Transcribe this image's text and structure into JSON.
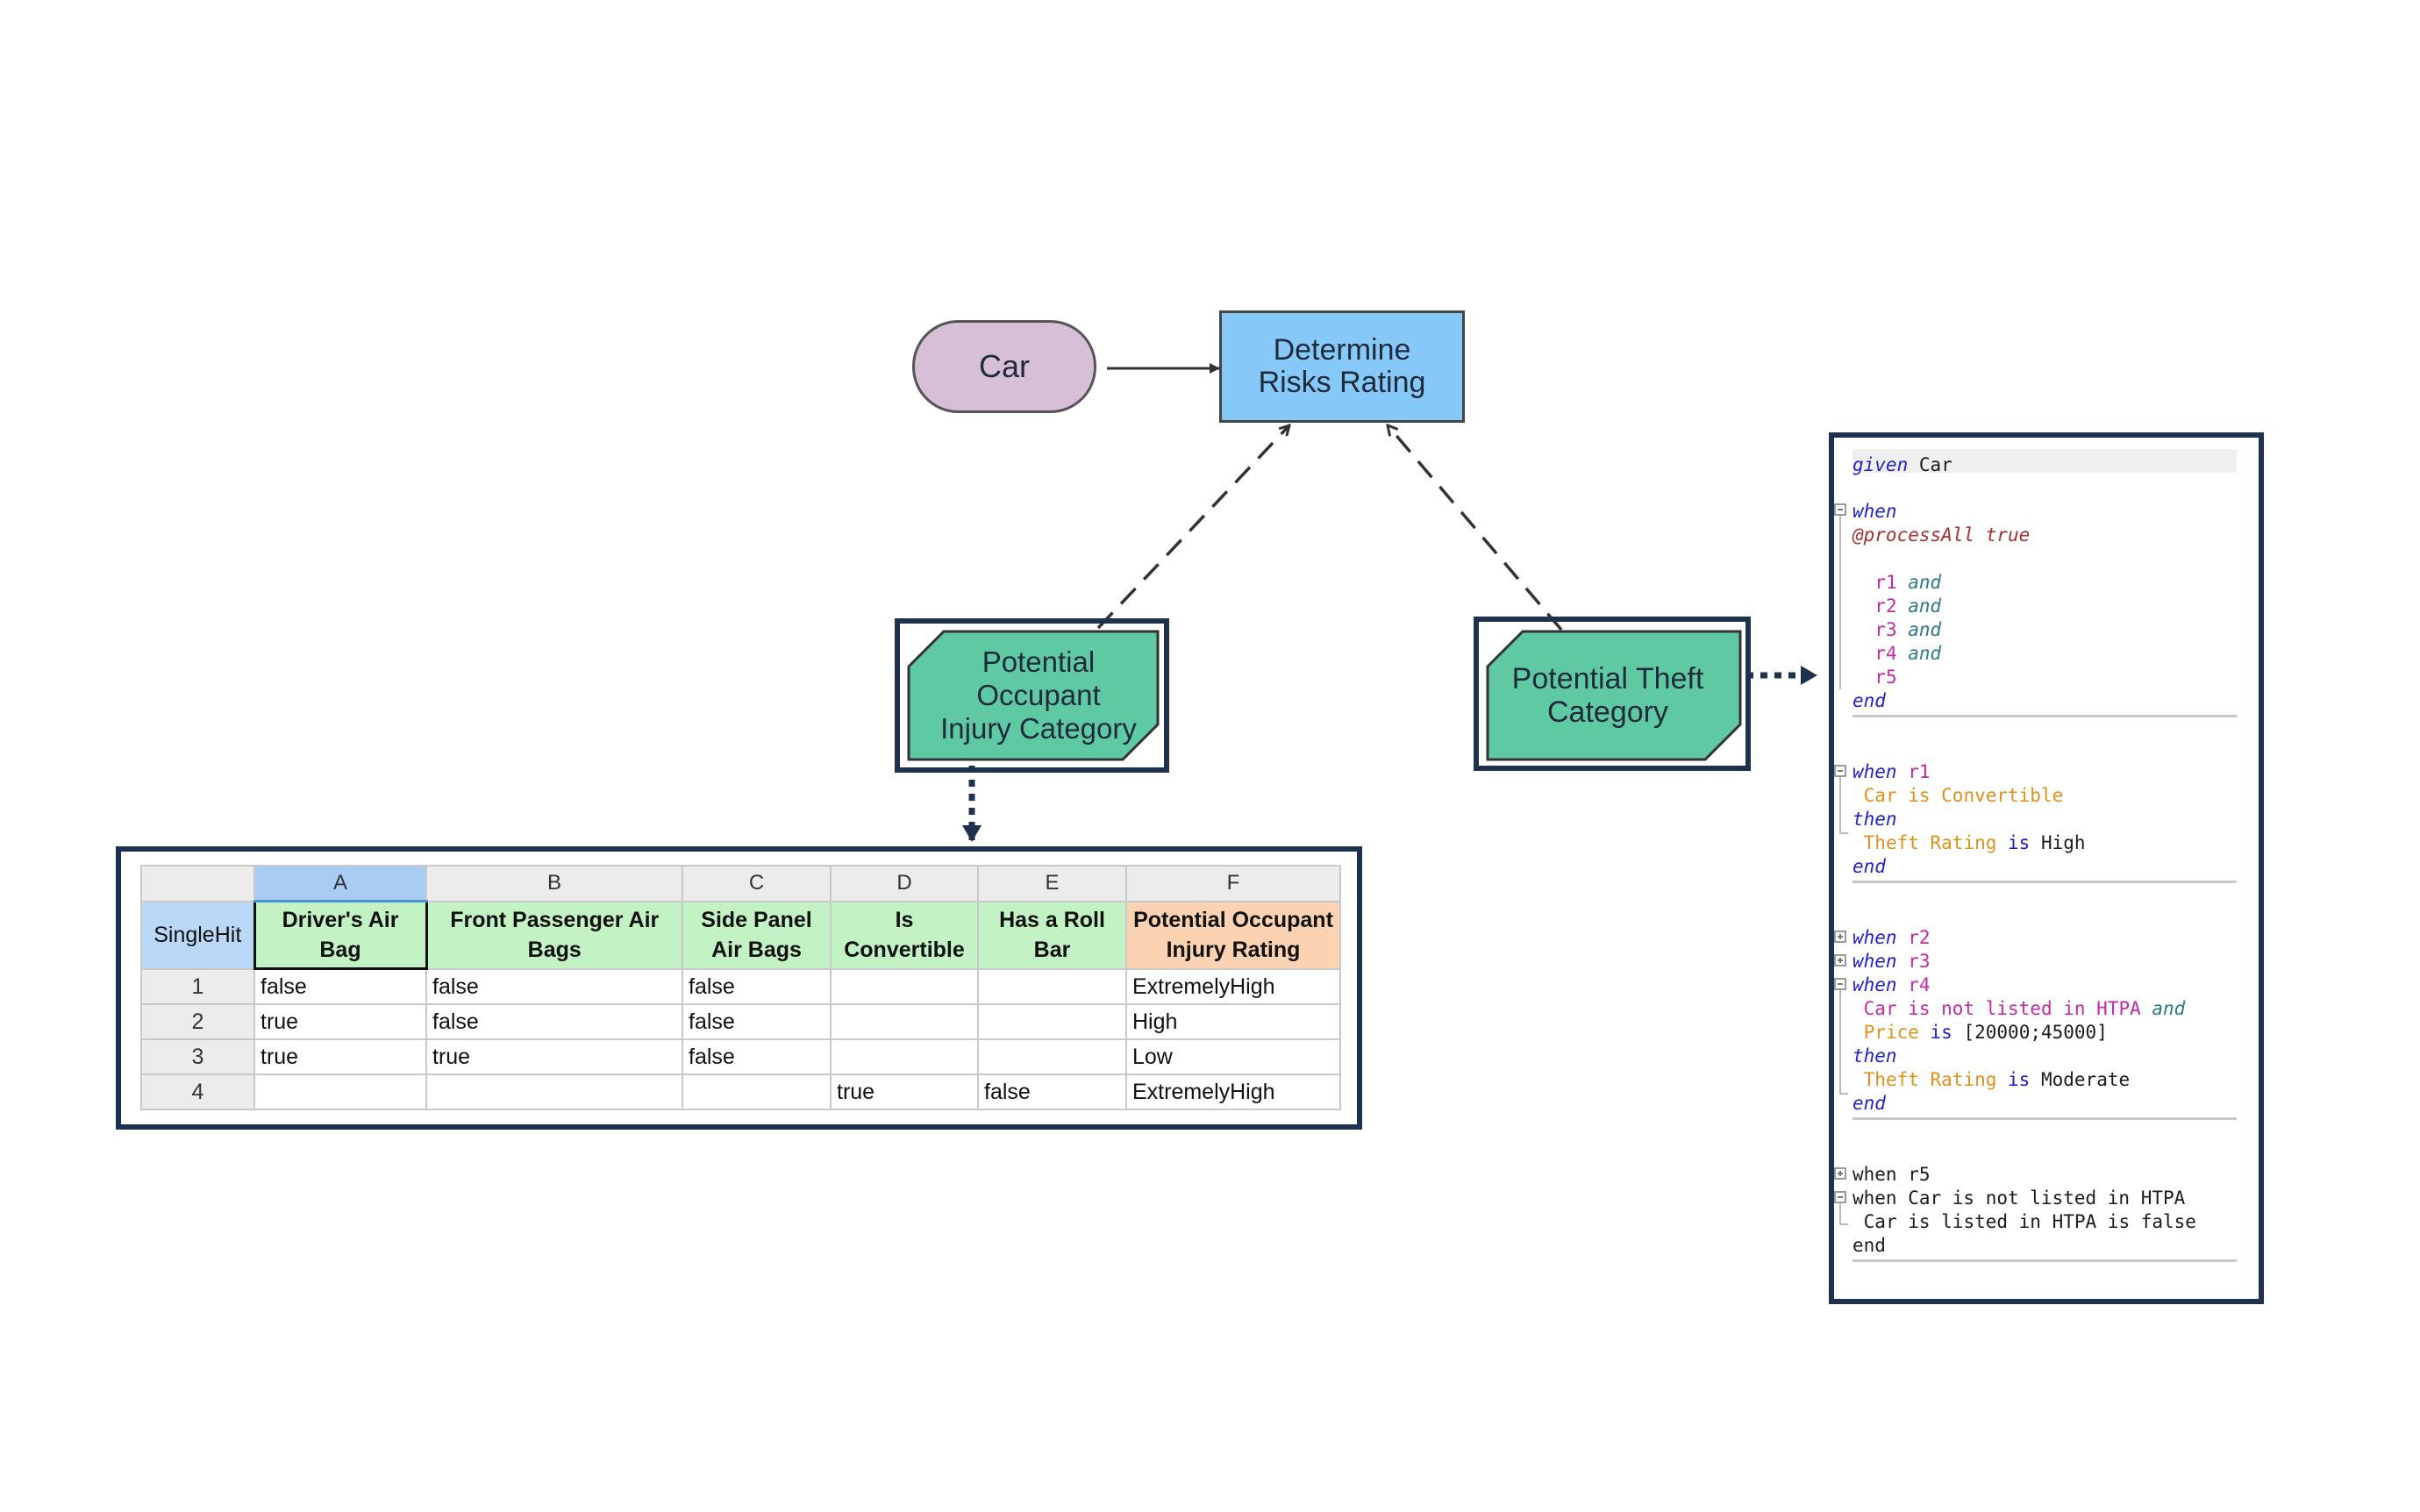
{
  "diagram": {
    "nodes": {
      "car": "Car",
      "rating": [
        "Determine",
        "Risks Rating"
      ],
      "injury": [
        "Potential",
        "Occupant",
        "Injury Category"
      ],
      "theft": [
        "Potential Theft",
        "Category"
      ]
    },
    "colors": {
      "car_fill": "#d8bfd8",
      "rating_fill": "#86c8f8",
      "category_fill": "#5fc9a4",
      "frame_border": "#1e3150"
    }
  },
  "decision_table": {
    "column_letters": [
      "A",
      "B",
      "C",
      "D",
      "E",
      "F"
    ],
    "hit_policy": "SingleHit",
    "headers": [
      "Driver's Air Bag",
      "Front Passenger Air Bags",
      "Side Panel Air Bags",
      "Is Convertible",
      "Has a Roll Bar",
      "Potential Occupant Injury Rating"
    ],
    "rows": [
      {
        "num": "1",
        "cells": [
          "false",
          "false",
          "false",
          "",
          "",
          "ExtremelyHigh"
        ]
      },
      {
        "num": "2",
        "cells": [
          "true",
          "false",
          "false",
          "",
          "",
          "High"
        ]
      },
      {
        "num": "3",
        "cells": [
          "true",
          "true",
          "false",
          "",
          "",
          "Low"
        ]
      },
      {
        "num": "4",
        "cells": [
          "",
          "",
          "",
          "true",
          "false",
          "ExtremelyHigh"
        ]
      }
    ]
  },
  "rules": {
    "given_kw": "given",
    "given_obj": "Car",
    "when_kw": "when",
    "then_kw": "then",
    "end_kw": "end",
    "annotation": "@processAll true",
    "and_kw": "and",
    "is_kw": "is",
    "refs": [
      "r1",
      "r2",
      "r3",
      "r4",
      "r5"
    ],
    "r1_condition": "Car is Convertible",
    "r1_attr": "Theft Rating",
    "r1_value": "High",
    "r4_condition": "Car is not listed in HTPA",
    "r4_attr_price": "Price",
    "r4_range": "[20000;45000]",
    "r4_attr": "Theft Rating",
    "r4_value": "Moderate",
    "r5_line1": "when r5",
    "r5_line2": "when Car is not listed in HTPA",
    "r5_line3": "Car is listed in HTPA is false",
    "r5_end": "end"
  }
}
